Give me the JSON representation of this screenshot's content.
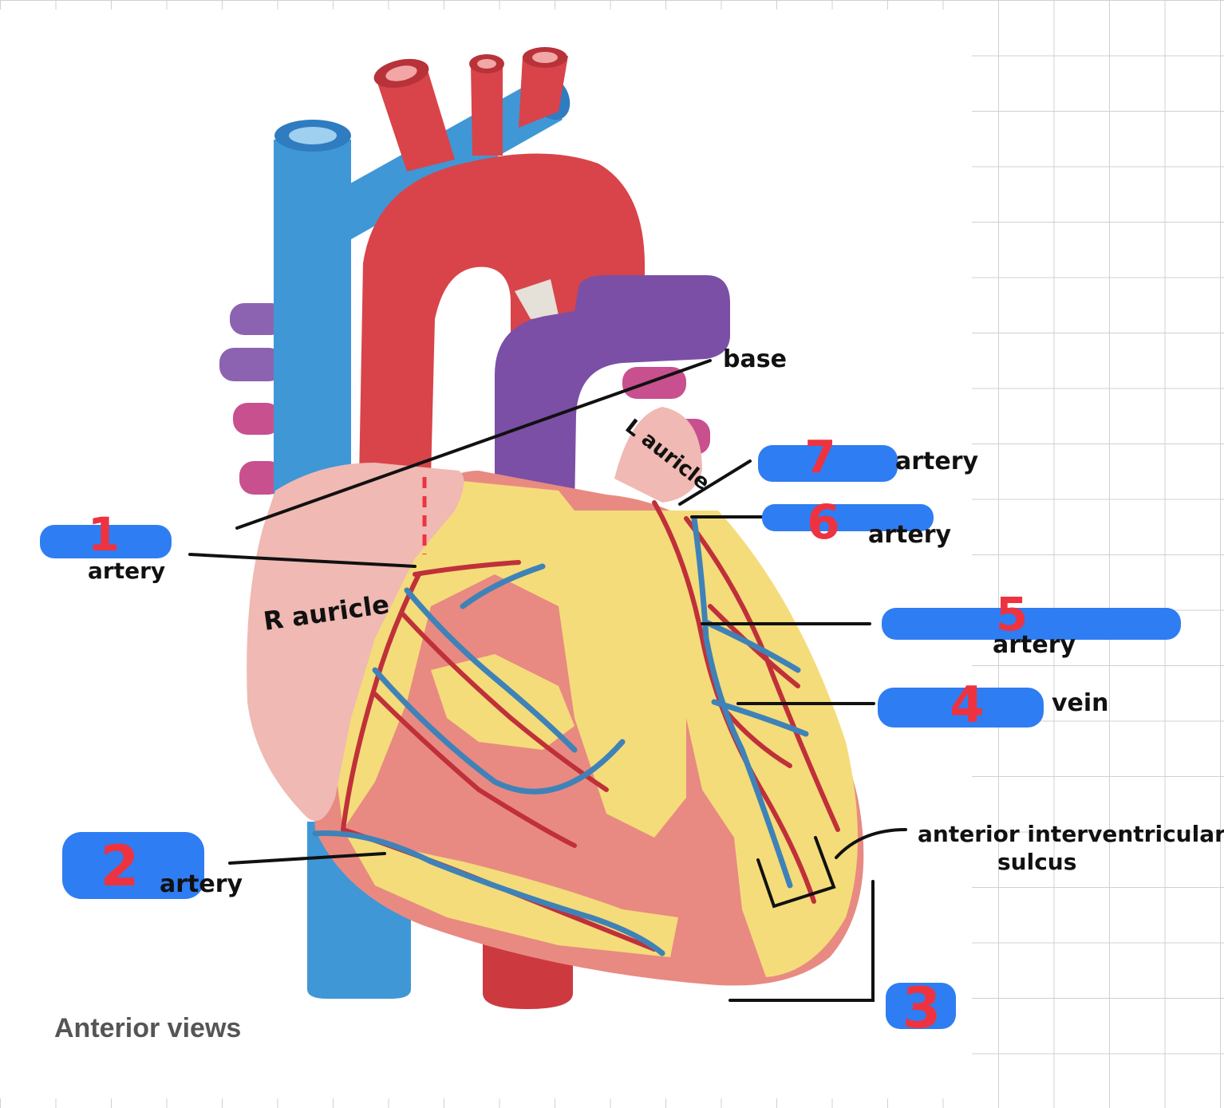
{
  "figure": {
    "caption": "Anterior views",
    "colors": {
      "vein": "#3f97d6",
      "artery": "#d8444a",
      "pulmonary_trunk": "#7b4fa6",
      "fat": "#f4dc7a",
      "myocardium": "#e88a82",
      "auricle": "#f0b9b3",
      "marker": "#2f7df2",
      "number": "#ee3340"
    }
  },
  "labels": {
    "base": "base",
    "r_auricle": "R auricle",
    "l_auricle": "L auricle",
    "anterior_sulcus_line1": "anterior interventricular",
    "anterior_sulcus_line2": "sulcus"
  },
  "blanks": [
    {
      "number": "1",
      "suffix": "artery"
    },
    {
      "number": "2",
      "suffix": "artery"
    },
    {
      "number": "3",
      "suffix": ""
    },
    {
      "number": "4",
      "suffix": "vein"
    },
    {
      "number": "5",
      "suffix": "artery"
    },
    {
      "number": "6",
      "suffix": "artery"
    },
    {
      "number": "7",
      "suffix": "artery"
    }
  ]
}
